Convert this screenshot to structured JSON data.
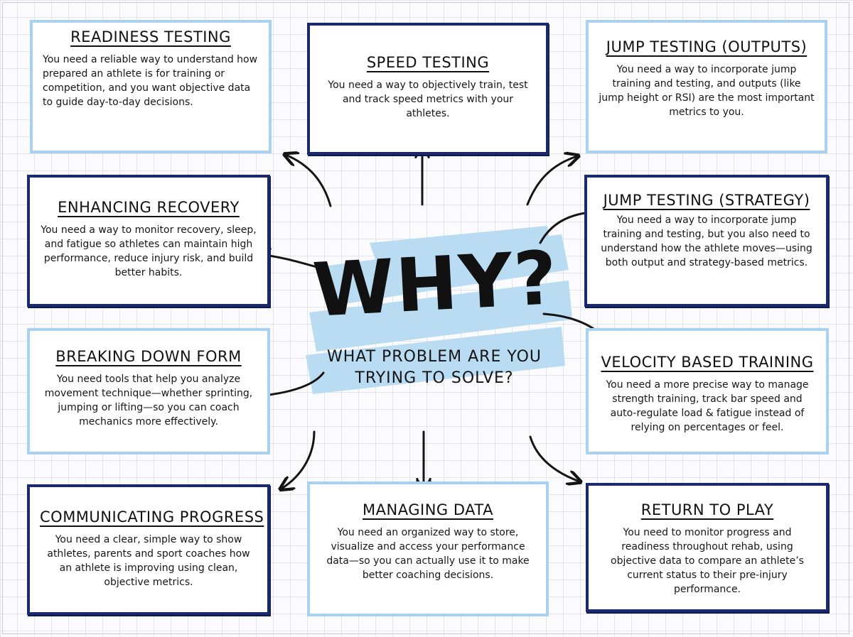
{
  "center": {
    "title": "WHY?",
    "question": "WHAT PROBLEM ARE YOU TRYING TO SOLVE?"
  },
  "colors": {
    "dark_border": "#1a2a6c",
    "light_border": "#a8d2f0",
    "highlight": "#b9dcf3",
    "ink": "#141414"
  },
  "cards": {
    "readiness": {
      "title": "READINESS TESTING",
      "text": "You need a reliable way to understand how prepared an athlete is for training or competition, and you want objective data to guide day-to-day decisions."
    },
    "speed": {
      "title": "SPEED TESTING",
      "text": "You need a way to objectively train, test and track speed metrics with your athletes."
    },
    "jump_outputs": {
      "title": "JUMP TESTING (OUTPUTS)",
      "text": "You need a way to incorporate jump training and testing, and outputs (like jump height or RSI) are the most important metrics to you."
    },
    "recovery": {
      "title": "ENHANCING RECOVERY",
      "text": "You need a way to monitor recovery, sleep, and fatigue so athletes can maintain high performance, reduce injury risk, and build better habits."
    },
    "jump_strategy": {
      "title": "JUMP TESTING (STRATEGY)",
      "text": "You need a way to incorporate jump training and testing, but you also need to understand how the athlete moves—using both output and strategy-based metrics."
    },
    "form": {
      "title": "BREAKING DOWN FORM",
      "text": "You need tools that help you analyze movement technique—whether sprinting, jumping or lifting—so you can coach mechanics more effectively."
    },
    "vbt": {
      "title": "VELOCITY BASED TRAINING",
      "text": "You need a more precise way to manage strength training, track bar speed and auto-regulate load & fatigue instead of relying on percentages or feel."
    },
    "progress": {
      "title": "COMMUNICATING PROGRESS",
      "text": "You need a clear, simple way to show athletes, parents and sport coaches how an athlete is improving using clean, objective metrics."
    },
    "data": {
      "title": "MANAGING DATA",
      "text": "You need an organized way to store, visualize and access your performance data—so you can actually use it to make better coaching decisions."
    },
    "rtp": {
      "title": "RETURN TO PLAY",
      "text": "You need to monitor progress and readiness throughout rehab, using objective data to compare an athlete’s current status to their pre-injury performance."
    }
  }
}
